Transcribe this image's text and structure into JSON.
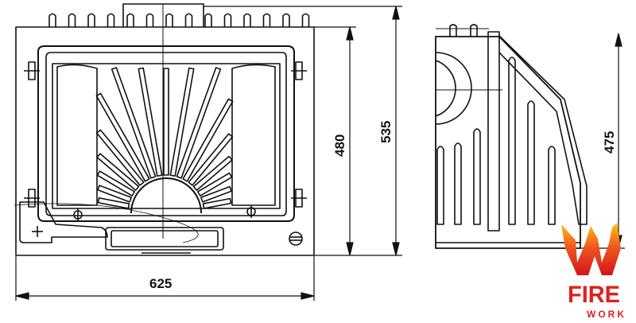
{
  "dimensions": {
    "front_width": "625",
    "front_height_inner": "480",
    "front_height_total": "535",
    "side_height": "475"
  },
  "logo": {
    "line1": "FIRE",
    "line2": "WORK"
  },
  "colors": {
    "line": "#111111",
    "logo_red": "#e0201b",
    "logo_orange": "#f7941d",
    "logo_yellow": "#ffcc00"
  }
}
